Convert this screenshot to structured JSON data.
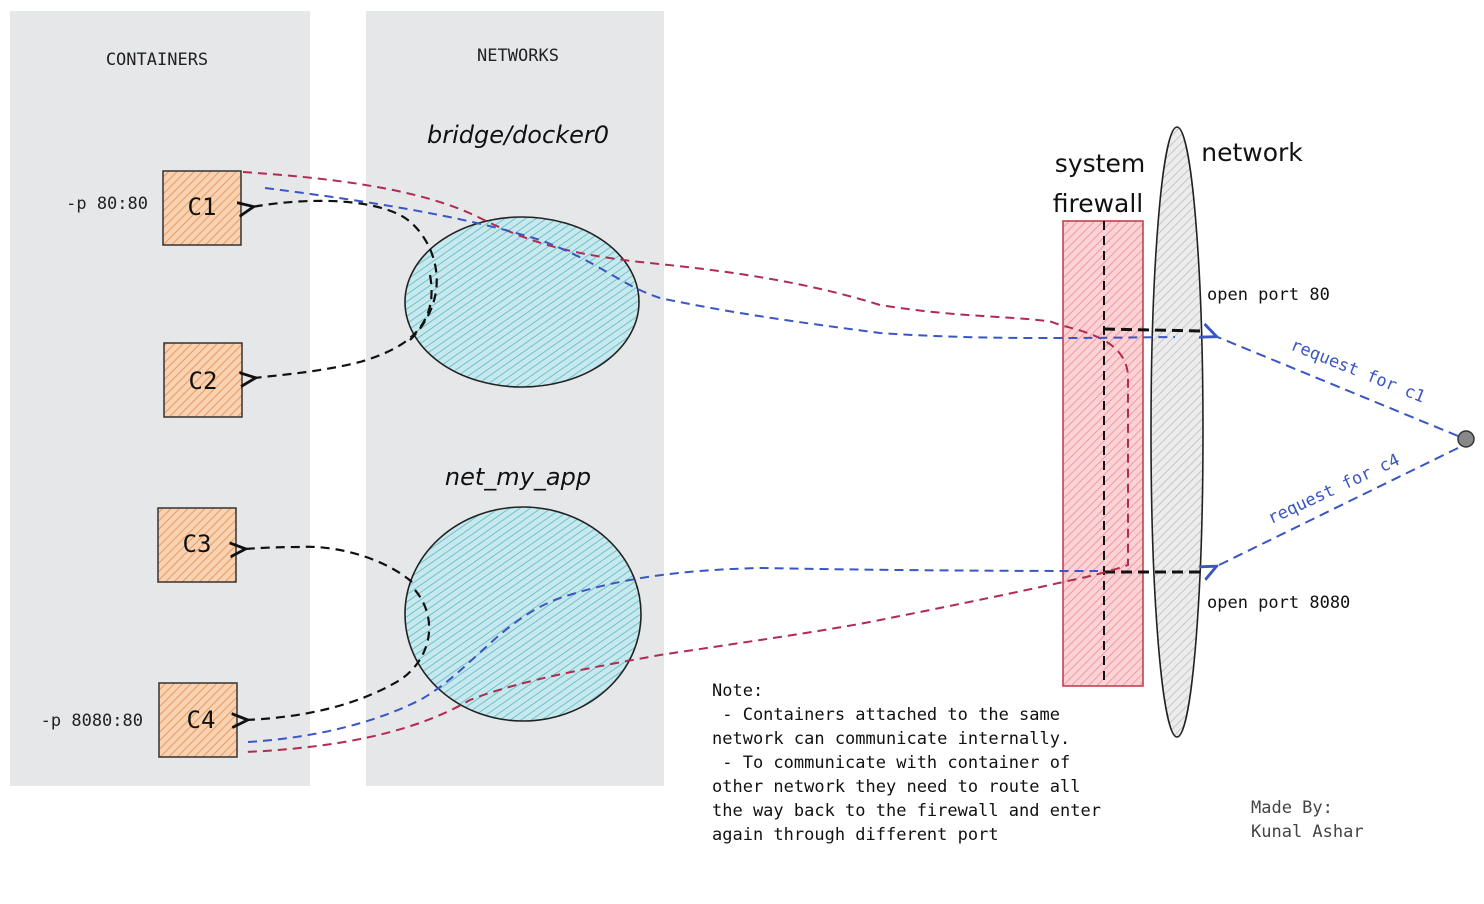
{
  "panels": {
    "containers_title": "CONTAINERS",
    "networks_title": "NETWORKS"
  },
  "containers": [
    {
      "id": "c1",
      "label": "C1",
      "port": "-p 80:80"
    },
    {
      "id": "c2",
      "label": "C2",
      "port": ""
    },
    {
      "id": "c3",
      "label": "C3",
      "port": ""
    },
    {
      "id": "c4",
      "label": "C4",
      "port": "-p 8080:80"
    }
  ],
  "networks": [
    {
      "id": "bridge",
      "label": "bridge/docker0"
    },
    {
      "id": "app",
      "label": "net_my_app"
    }
  ],
  "firewall": {
    "label_line1": "system",
    "label_line2": "firewall",
    "network_label": "network",
    "port80": "open port 80",
    "port8080": "open port 8080",
    "request_c1": "request for c1",
    "request_c4": "request for c4"
  },
  "note": {
    "lines": [
      "Note:",
      " - Containers attached to the same",
      "network can communicate internally.",
      " - To communicate with container of",
      "other network they need to route all",
      "the way back to the firewall and enter",
      "again through different port"
    ]
  },
  "credit": {
    "line1": "Made By:",
    "line2": "Kunal Ashar"
  },
  "colors": {
    "panel": "#e6e7e9",
    "container_fill": "#f4b98a",
    "container_stroke": "#333333",
    "network_fill": "#9fd6de",
    "firewall_fill": "#f7b8bd",
    "firewall_stroke": "#c2434e",
    "ellipse_fill": "#dcdcdc",
    "red_path": "#b02a52",
    "blue_path": "#3a55c4",
    "black_path": "#111111"
  }
}
